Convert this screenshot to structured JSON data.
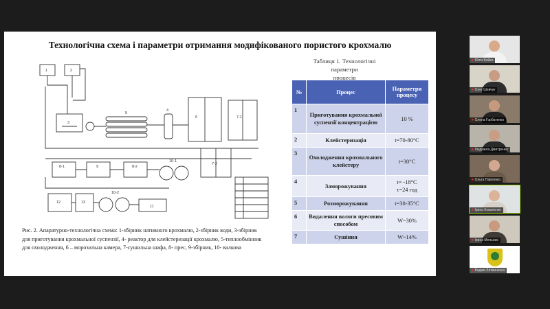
{
  "window": {
    "title": ""
  },
  "slide": {
    "title": "Технологічна схема і параметри отримання модифікованого пористого крохмалю",
    "caption_lines": [
      "Рис. 2. Апаратурно-технологічна схема: 1-збірник нативного крохмалю, 2-збірник води, 3-збірник",
      "для приготування крохмальної суспензії, 4- реактор для клейстеризації крохмалю, 5-теплообмінник",
      "для охолодження, 6 – морозильна камера, 7-сушильна шафа, 8- прес, 9-збірник, 10- валкова"
    ],
    "diagram_labels": {
      "u1": "1",
      "u2": "2",
      "u3": "3",
      "u4": "4",
      "u5": "5",
      "u6": "6",
      "u7": "7-1",
      "u8a": "8-1",
      "u8b": "8-2",
      "u9": "9",
      "u10a": "10-1",
      "u10b": "10-2",
      "u11": "11",
      "u12": "12",
      "u13": "13",
      "u14": "7-2"
    },
    "table": {
      "caption_line1": "Таблиця 1. Технологічні параметри",
      "caption_line2": "процесів",
      "headers": {
        "num": "№",
        "process": "Процес",
        "params_line1": "Параметри",
        "params_line2": "процесу"
      },
      "rows": [
        {
          "num": "1",
          "process": "Приготування крохмальної суспензії концентрацією",
          "p1": "10 %",
          "p2": ""
        },
        {
          "num": "2",
          "process": "Клейстеризація",
          "p1": "t=70-80°С",
          "p2": ""
        },
        {
          "num": "3",
          "process": "Охолодження крохмального клейстеру",
          "p1": "t=30°С",
          "p2": ""
        },
        {
          "num": "4",
          "process": "Заморожування",
          "p1": "t= -18°С",
          "p2": "τ=24 год"
        },
        {
          "num": "5",
          "process": "Розморожування",
          "p1": "t=30-35°С",
          "p2": ""
        },
        {
          "num": "6",
          "process": "Видалення вологи пресовим способом",
          "p1": "W~30%",
          "p2": ""
        },
        {
          "num": "7",
          "process": "Сушіння",
          "p1": "W~14%",
          "p2": ""
        }
      ]
    }
  },
  "participants": [
    {
      "name": "Юлія Бойко",
      "bg": "#e6e6e6",
      "skin": "#d8a98a",
      "cloth": "#f3f3f3"
    },
    {
      "name": "Олег Шевчук",
      "bg": "#d9d4c8",
      "skin": "#c89b84",
      "cloth": "#2d2d2d"
    },
    {
      "name": "Олена Горбатенко",
      "bg": "#8a7a6a",
      "skin": "#c79a80",
      "cloth": "#222222"
    },
    {
      "name": "Людмила Дмитренко",
      "bg": "#b9b4aa",
      "skin": "#c99c84",
      "cloth": "#2a2a2a"
    },
    {
      "name": "Ольга Павленко",
      "bg": "#7b6a5a",
      "skin": "#d2a990",
      "cloth": "#6a5a4a"
    },
    {
      "name": "Ірина Коваленко",
      "bg": "#dfe3e4",
      "skin": "#dcb298",
      "cloth": "#d7d0c8"
    },
    {
      "name": "Ірина Мельник",
      "bg": "#cfc8bc",
      "skin": "#c99a80",
      "cloth": "#403a36"
    },
    {
      "name": "Вадим Литвиненко",
      "bg": "#ffffff",
      "skin": "",
      "cloth": ""
    }
  ],
  "colors": {
    "table_header": "#4a62b4",
    "table_odd": "#cdd3ea",
    "table_even": "#e8ebf5",
    "active_speaker": "#9bd400"
  }
}
